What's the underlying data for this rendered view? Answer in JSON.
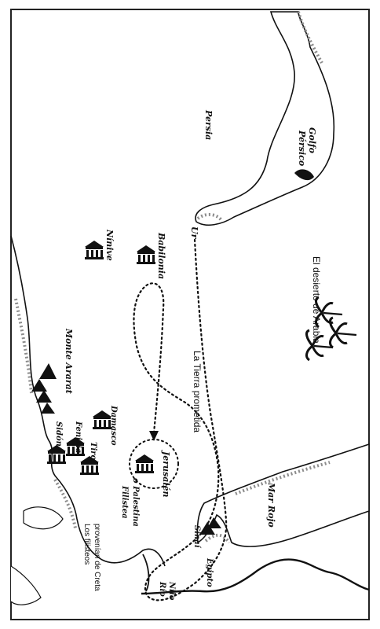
{
  "map": {
    "labels": {
      "persia": "Persia",
      "golfo_persico_1": "Golfo",
      "golfo_persico_2": "Pérsico",
      "ur": "Ur",
      "ninive": "Nínive",
      "babilonia": "Babilonia",
      "desierto": "El desierto de Arabia",
      "monte_ararat": "Monte Ararat",
      "tierra_prometida": "La Tierra prometida",
      "sidon": "Sidón",
      "fenicia": "Fenicia",
      "tiro": "Tiro",
      "damasco": "Damasco",
      "jerusalen": "Jerusalén",
      "mar_rojo": "Mar Rojo",
      "filistea_1": "Filistea",
      "filistea_2": "o Palestina",
      "sinai": "Sinaí",
      "egipto": "Egipto",
      "filisteos_1": "Los filisteos",
      "filisteos_2": "provenían de Creta",
      "rio_nilo_1": "Río",
      "rio_nilo_2": "Nilo"
    },
    "colors": {
      "ink": "#111111",
      "water_shade": "#8c8c8c",
      "border": "#222222",
      "paper": "#ffffff"
    }
  }
}
